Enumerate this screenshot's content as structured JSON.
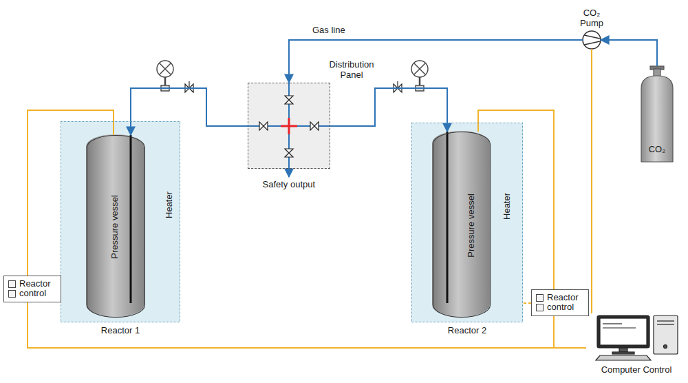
{
  "diagram": {
    "nodes": [
      {
        "text": [
          "CO₂ Pump"
        ]
      },
      {
        "text": [
          "Distribution Panel"
        ]
      },
      {
        "text": [
          "Reactor 1",
          "Heater"
        ]
      },
      {
        "text": [
          "Pressure vessel"
        ],
        "in": 2
      },
      {
        "text": [
          "Reactor 2",
          "Heater"
        ]
      },
      {
        "text": [
          "Pressure vessel"
        ],
        "in": 4
      },
      {
        "text": [
          "CO₂"
        ]
      },
      {
        "text": [
          "Reactor control"
        ]
      },
      {
        "text": [
          "Reactor control"
        ]
      },
      {
        "text": [
          "Computer Control"
        ]
      }
    ],
    "edges": [
      {
        "from": 6,
        "to": 0,
        "arrow": "to"
      },
      {
        "from": 0,
        "to": 1,
        "label": "Gas line",
        "arrow": "to"
      },
      {
        "from": 1,
        "to": 3,
        "arrow": "to"
      },
      {
        "from": 1,
        "to": 5,
        "arrow": "to"
      },
      {
        "from": 3,
        "to": 7,
        "arrow": "none"
      },
      {
        "from": 7,
        "to": 9,
        "arrow": "none"
      },
      {
        "from": 5,
        "to": 8,
        "arrow": "none"
      },
      {
        "from": 8,
        "to": 9,
        "arrow": "none"
      },
      {
        "from": 0,
        "to": 9,
        "arrow": "none"
      },
      {
        "from": 7,
        "to": 2,
        "arrow": "none"
      },
      {
        "from": 8,
        "to": 4,
        "arrow": "none"
      }
    ],
    "labels": [
      "Safety output"
    ]
  }
}
